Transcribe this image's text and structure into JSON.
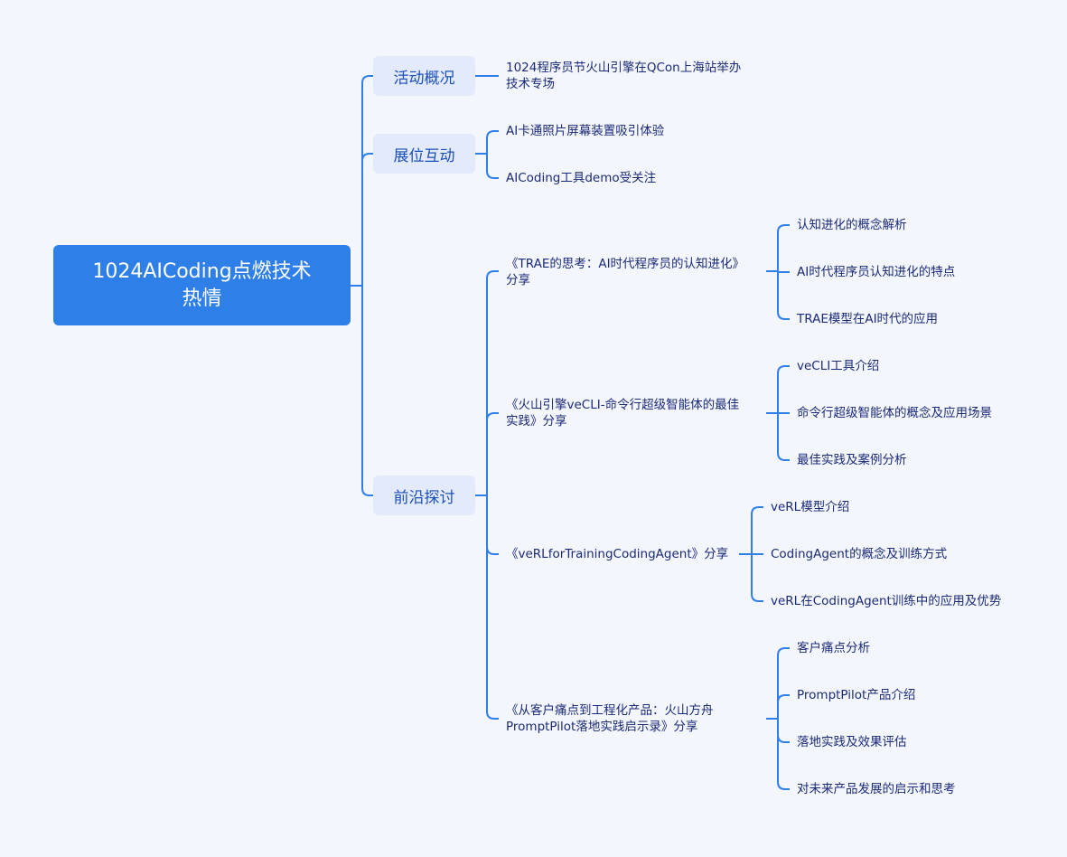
{
  "root": {
    "line1": "1024AICoding点燃技术",
    "line2": "热情"
  },
  "branches": [
    {
      "label": "活动概况",
      "children": [
        {
          "line1": "1024程序员节火山引擎在QCon上海站举办",
          "line2": "技术专场"
        }
      ]
    },
    {
      "label": "展位互动",
      "children": [
        {
          "line1": "AI卡通照片屏幕装置吸引体验"
        },
        {
          "line1": "AICoding工具demo受关注"
        }
      ]
    },
    {
      "label": "前沿探讨",
      "children": [
        {
          "line1": "《TRAE的思考：AI时代程序员的认知进化》",
          "line2": "分享",
          "children": [
            "认知进化的概念解析",
            "AI时代程序员认知进化的特点",
            "TRAE模型在AI时代的应用"
          ]
        },
        {
          "line1": "《火山引擎veCLI-命令行超级智能体的最佳",
          "line2": "实践》分享",
          "children": [
            "veCLI工具介绍",
            "命令行超级智能体的概念及应用场景",
            "最佳实践及案例分析"
          ]
        },
        {
          "line1": "《veRLforTrainingCodingAgent》分享",
          "children": [
            "veRL模型介绍",
            "CodingAgent的概念及训练方式",
            "veRL在CodingAgent训练中的应用及优势"
          ]
        },
        {
          "line1": "《从客户痛点到工程化产品：火山方舟",
          "line2": "PromptPilot落地实践启示录》分享",
          "children": [
            "客户痛点分析",
            "PromptPilot产品介绍",
            "落地实践及效果评估",
            "对未来产品发展的启示和思考"
          ]
        }
      ]
    }
  ],
  "colors": {
    "line": "#2f7fe8",
    "root": "#2f7fe8",
    "branch_bg": "#e2eafc",
    "text": "#1a2a78"
  }
}
